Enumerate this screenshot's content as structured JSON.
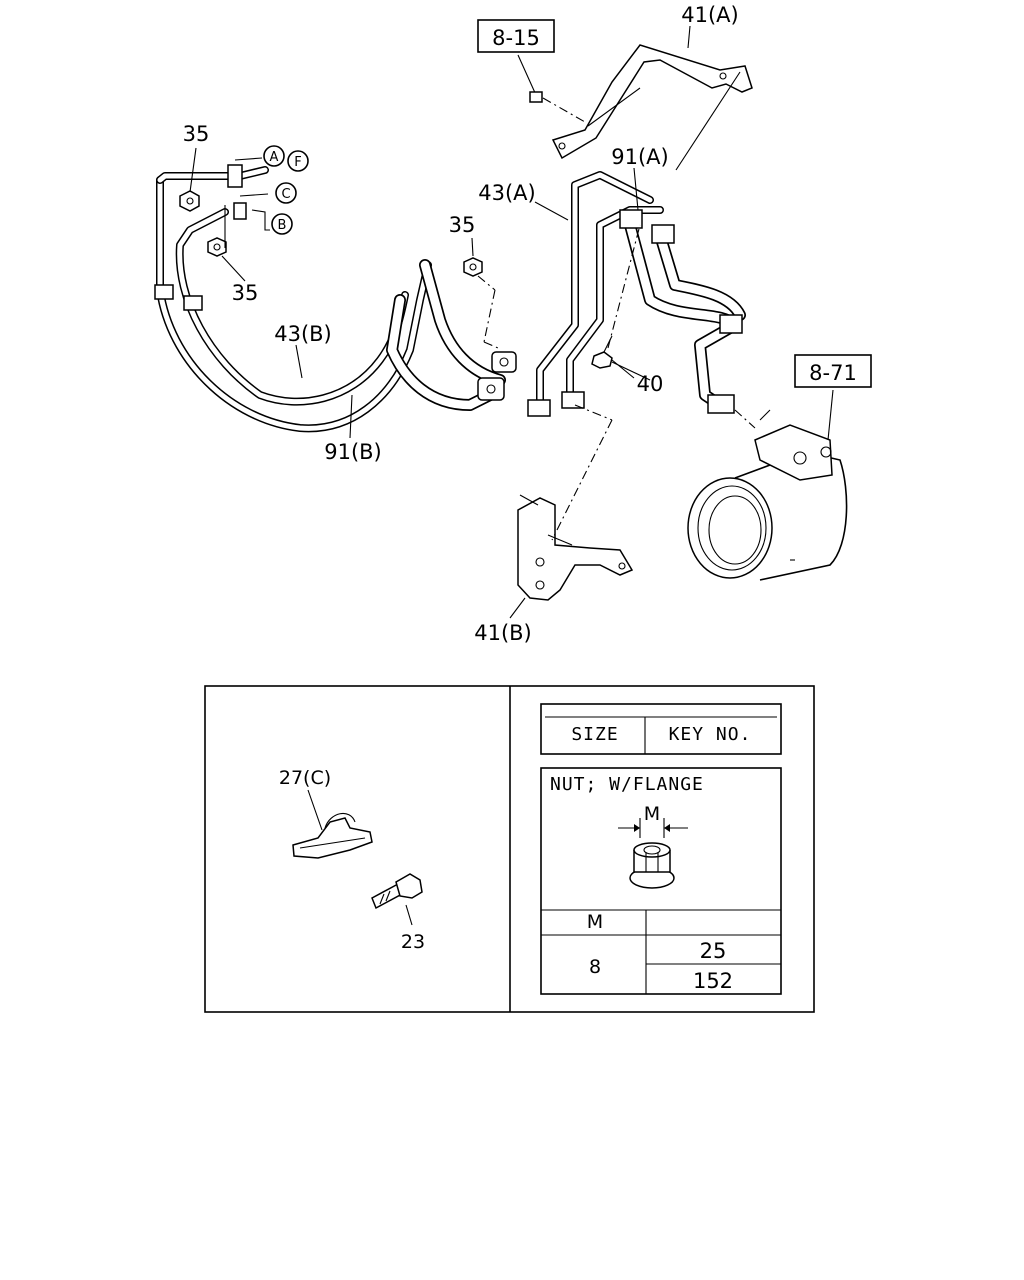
{
  "diagram": {
    "ref_boxes": [
      "8-15",
      "8-71"
    ],
    "callouts": {
      "p41a": "41(A)",
      "p41b": "41(B)",
      "p43a": "43(A)",
      "p43b": "43(B)",
      "p91a": "91(A)",
      "p91b": "91(B)",
      "p35_top": "35",
      "p35_mid": "35",
      "p35_low": "35",
      "p40": "40"
    },
    "connectors": [
      "A",
      "F",
      "C",
      "B"
    ]
  },
  "inset": {
    "callouts": {
      "p27c": "27(C)",
      "p23": "23"
    },
    "table": {
      "header_size": "SIZE",
      "header_key": "KEY NO.",
      "title": "NUT; W/FLANGE",
      "dim_label": "M",
      "col_m": "M",
      "m_value": "8",
      "key_values": [
        "25",
        "152"
      ]
    }
  }
}
